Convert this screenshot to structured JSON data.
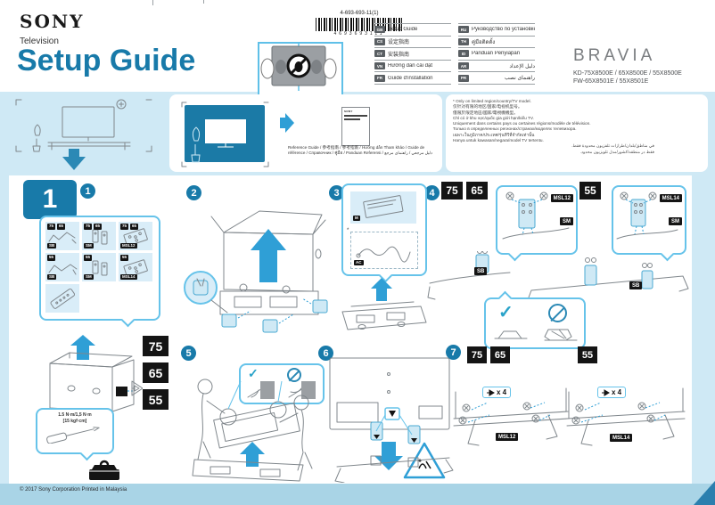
{
  "colors": {
    "accent_blue": "#187aa9",
    "band_blue": "#cfe9f5",
    "callout_border": "#66c3ea",
    "arrow_blue": "#2f9fd6",
    "footer_band": "#a9d4e6",
    "chip_black": "#141414"
  },
  "header": {
    "brand": "SONY",
    "subtitle": "Television",
    "title": "Setup Guide",
    "part_number": "4-693-693-11(1)",
    "barcode_digits": "4693693111",
    "bravia_logo": "BRAVIA",
    "models_line1": "KD-75X8500E / 65X8500E / 55X8500E",
    "models_line2": "FW-65X8501E / 55X8501E"
  },
  "languages": {
    "left": [
      {
        "code": "GB",
        "label": "Setup Guide"
      },
      {
        "code": "CS",
        "label": "设定指南"
      },
      {
        "code": "CT",
        "label": "安装指南"
      },
      {
        "code": "VN",
        "label": "Hướng dẫn cài đặt"
      },
      {
        "code": "FR",
        "label": "Guide d'installation"
      }
    ],
    "right": [
      {
        "code": "RU",
        "label": "Руководство по установке"
      },
      {
        "code": "TH",
        "label": "คู่มือติดตั้ง"
      },
      {
        "code": "ID",
        "label": "Panduan Penyiapan"
      },
      {
        "code": "AR",
        "label": "دليل الإعداد"
      },
      {
        "code": "PR",
        "label": "راهنمای نصب"
      }
    ]
  },
  "overview": {
    "booklet_brand": "SONY",
    "reference_caption_line1": "Reference Guide / 参考指南 / 參考指南 / Hướng dẫn Tham khảo / Guide de",
    "reference_caption_line2": "référence / Справочник / คู่มือ / Panduan Referensi / دليل مرجعي / راهنمای مرجع",
    "note_marker": "*",
    "notes": [
      "Only on limited region/country/TV model.",
      "仅针对有限的地区/国家/电视机型号。",
      "僅限於限定地區/國家/電視機機型。",
      "Chỉ có ở khu vực/quốc gia giới hạn/kiểu TV.",
      "Uniquement dans certains pays ou certaines régions/modèle de télévision.",
      "Только в определенных регионах/странах/моделях телевизора.",
      "เฉพาะในภูมิภาค/ประเทศ/รุ่นทีวีที่จำกัดเท่านั้น",
      "Hanya untuk kawasan/negara/model TV tertentu.",
      "في مناطق/بلدان/طرازات تلفزيون محدودة فقط.",
      "فقط در منطقه/کشور/مدل تلویزیون محدود."
    ]
  },
  "steps": {
    "big_number": "1",
    "substeps": [
      "1",
      "2",
      "3",
      "4",
      "5",
      "6",
      "7"
    ],
    "sizes": [
      "75",
      "65",
      "55"
    ],
    "labels": {
      "sb": "SB",
      "sm": "SM",
      "m": "M",
      "ac": "AC",
      "msl12": "MSL12",
      "msl14": "MSL14"
    },
    "optional_marker": "*",
    "screw_count": "x 4",
    "torque_line1": "1.5 N·m/1,5 N·m",
    "torque_line2": "[15 kgf·cm]"
  },
  "icons": {
    "check": "✓"
  },
  "footer": {
    "copyright": "© 2017 Sony Corporation   Printed in Malaysia"
  }
}
